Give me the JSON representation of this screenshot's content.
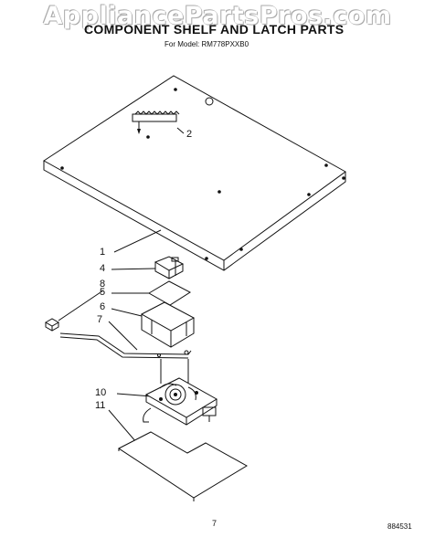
{
  "watermark": "AppliancePartsPros.com",
  "title": "COMPONENT SHELF AND LATCH PARTS",
  "subtitle": "For Model: RM778PXXB0",
  "callouts": [
    "1",
    "2",
    "4",
    "5",
    "6",
    "7",
    "8",
    "10",
    "11"
  ],
  "page_number": "7",
  "figure_number": "884531"
}
